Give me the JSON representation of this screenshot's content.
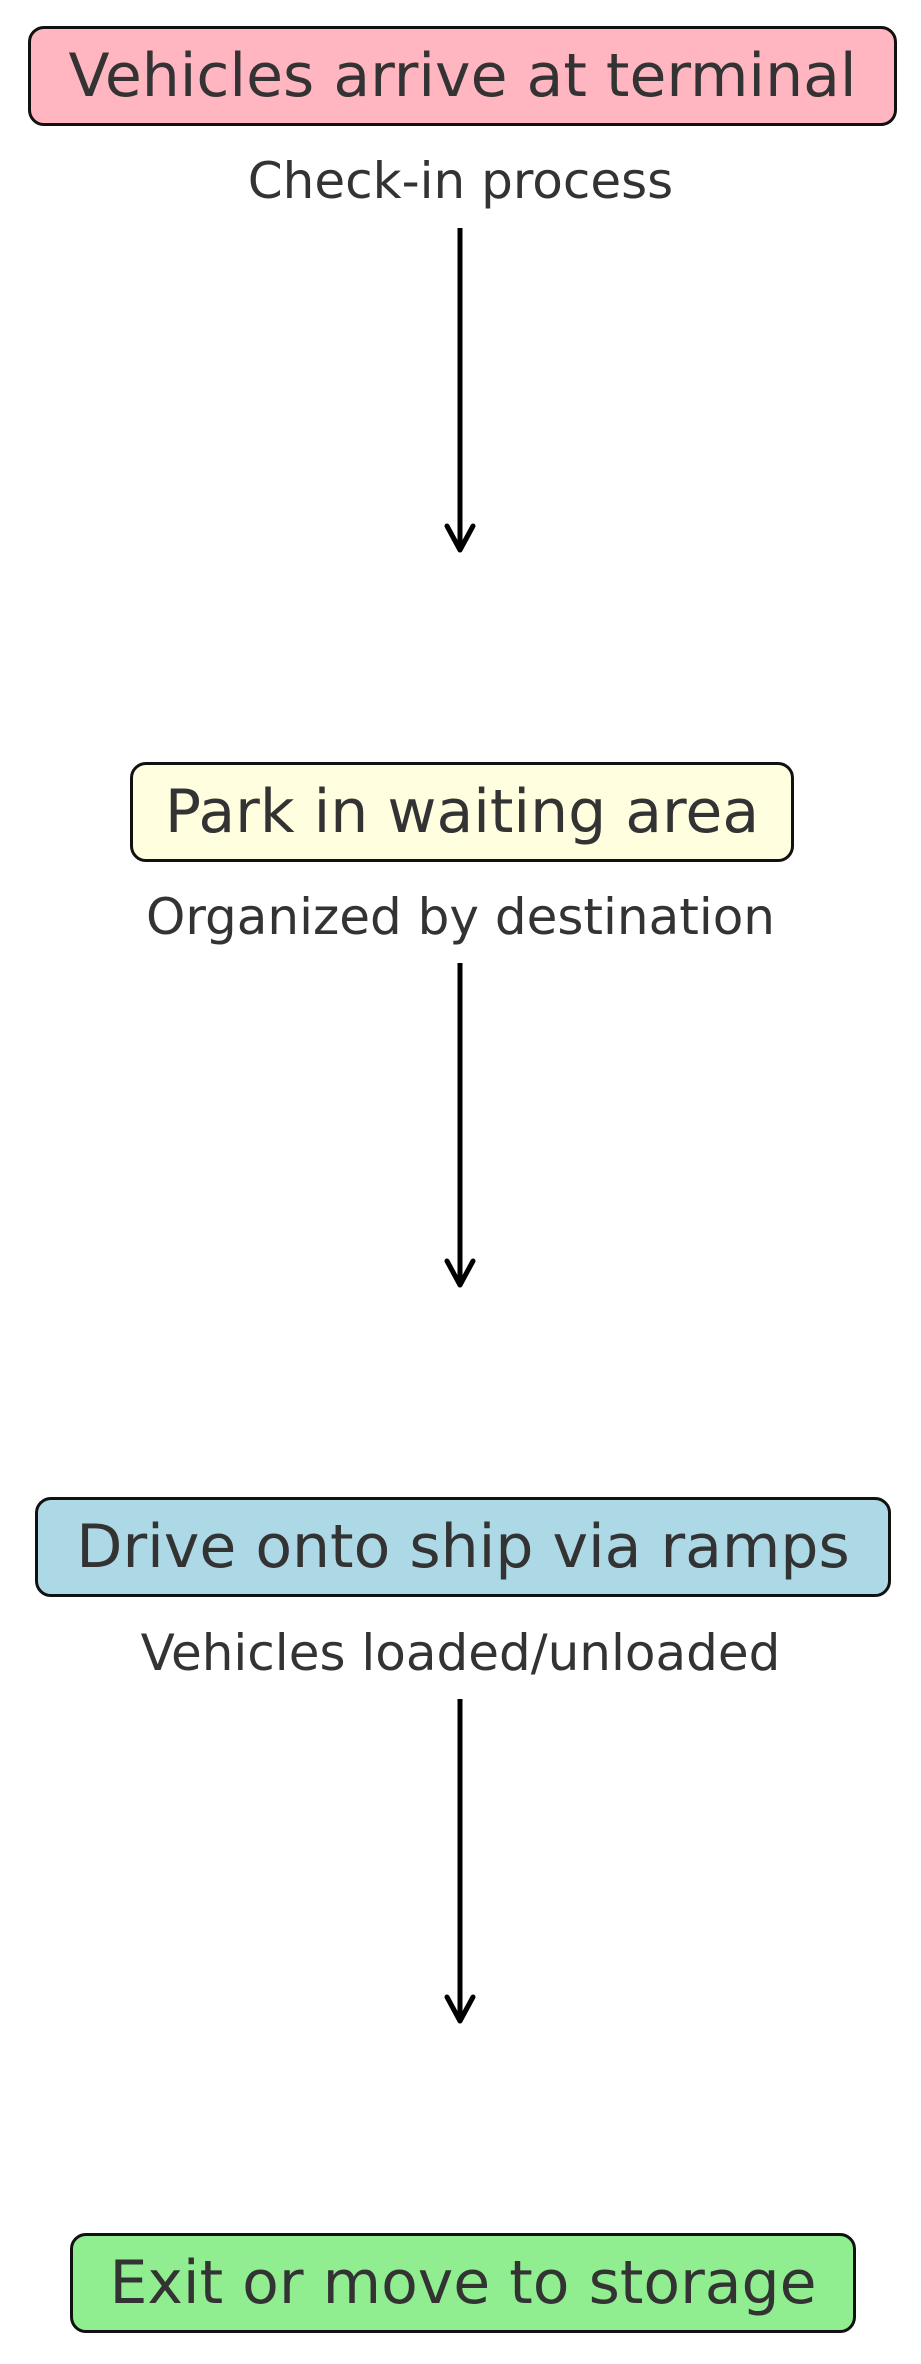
{
  "diagram": {
    "steps": [
      {
        "label": "Vehicles arrive at terminal",
        "fill_color": "#ffb6c1",
        "note": "Check-in process"
      },
      {
        "label": "Park in waiting area",
        "fill_color": "#ffffe0",
        "note": "Organized by destination"
      },
      {
        "label": "Drive onto ship via ramps",
        "fill_color": "#add8e6",
        "note": "Vehicles loaded/unloaded"
      },
      {
        "label": "Exit or move to storage",
        "fill_color": "#90ee90",
        "note": ""
      }
    ],
    "border_color": "#111111",
    "text_color": "#333333",
    "arrow_color": "#000000"
  }
}
